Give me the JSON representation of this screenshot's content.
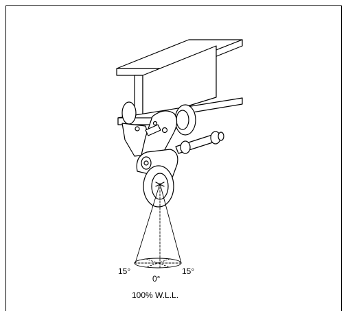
{
  "diagram": {
    "angle_left": "15°",
    "angle_center": "0°",
    "angle_right": "15°",
    "load_caption": "100% W.L.L."
  },
  "colors": {
    "stroke": "#000000",
    "background": "#ffffff"
  }
}
